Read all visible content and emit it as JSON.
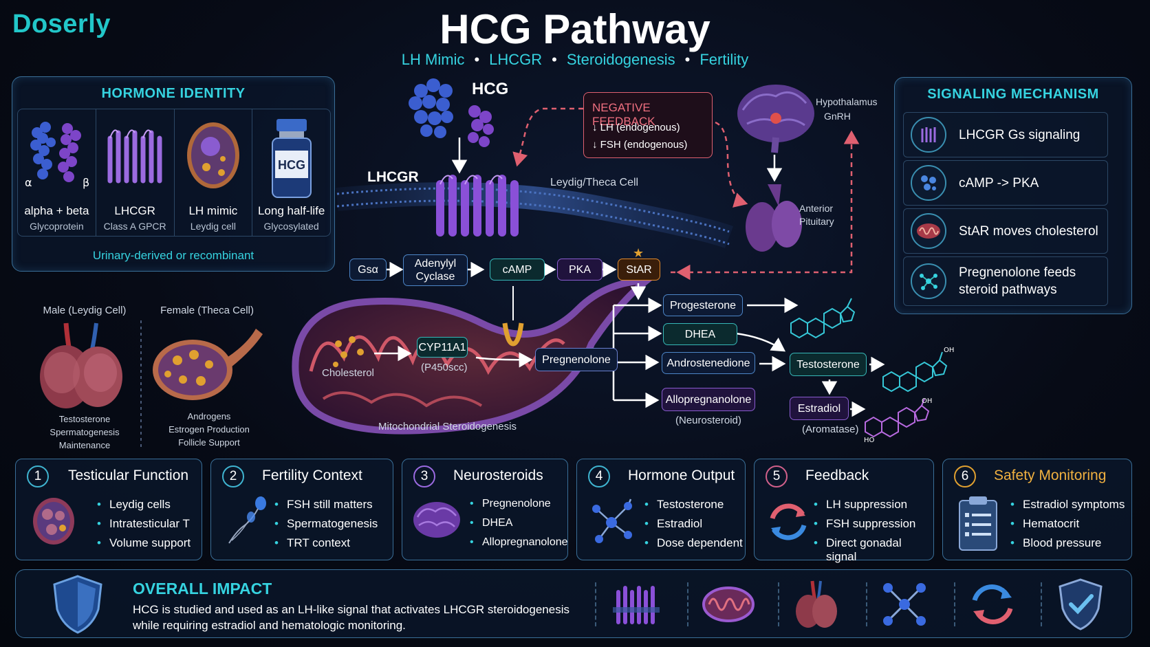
{
  "header": {
    "brand": "Doserly",
    "title": "HCG Pathway",
    "subtitle": [
      "LH Mimic",
      "LHCGR",
      "Steroidogenesis",
      "Fertility"
    ]
  },
  "hormone_identity": {
    "title": "HORMONE IDENTITY",
    "cells": [
      {
        "main": "alpha + beta",
        "sub": "Glycoprotein",
        "icon": "glycoprotein-icon",
        "alpha": "α",
        "beta": "β"
      },
      {
        "main": "LHCGR",
        "sub": "Class A GPCR",
        "icon": "receptor-icon"
      },
      {
        "main": "LH mimic",
        "sub": "Leydig cell",
        "icon": "cell-icon"
      },
      {
        "main": "Long half-life",
        "sub": "Glycosylated",
        "icon": "vial-icon",
        "vial_label": "HCG"
      }
    ],
    "footer": "Urinary-derived or recombinant"
  },
  "signaling_mechanism": {
    "title": "SIGNALING MECHANISM",
    "rows": [
      {
        "text": "LHCGR Gs signaling",
        "icon": "receptor-icon"
      },
      {
        "text": "cAMP -> PKA",
        "icon": "camp-icon"
      },
      {
        "text": "StAR moves cholesterol",
        "icon": "mitochondria-icon"
      },
      {
        "text": "Pregnenolone feeds steroid pathways",
        "icon": "molecule-icon"
      }
    ]
  },
  "center": {
    "hcg_label": "HCG",
    "lhcgr_label": "LHCGR",
    "membrane_label": "Leydig/Theca Cell",
    "negative_feedback": {
      "title": "NEGATIVE FEEDBACK",
      "items": [
        "↓ LH (endogenous)",
        "↓ FSH (endogenous)"
      ]
    },
    "hypothalamus": {
      "line1": "Hypothalamus",
      "line2": "GnRH"
    },
    "pituitary": {
      "line1": "Anterior",
      "line2": "Pituitary"
    },
    "cascade": [
      "Gsα",
      "Adenylyl Cyclase",
      "cAMP",
      "PKA",
      "StAR"
    ],
    "mito_label": "Mitochondrial Steroidogenesis",
    "cholesterol": "Cholesterol",
    "cyp": {
      "name": "CYP11A1",
      "sub": "(P450scc)"
    },
    "pregnenolone": "Pregnenolone",
    "products": {
      "progesterone": "Progesterone",
      "dhea": "DHEA",
      "androstenedione": "Androstenedione",
      "allopregnanolone": "Allopregnanolone",
      "neurosteroid": "(Neurosteroid)",
      "testosterone": "Testosterone",
      "estradiol": "Estradiol",
      "aromatase": "(Aromatase)"
    },
    "oh_labels": [
      "OH",
      "OH",
      "HO"
    ]
  },
  "anatomy": {
    "male": {
      "title": "Male (Leydig Cell)",
      "lines": [
        "Testosterone",
        "Spermatogenesis",
        "Maintenance"
      ]
    },
    "female": {
      "title": "Female (Theca Cell)",
      "lines": [
        "Androgens",
        "Estrogen Production",
        "Follicle Support"
      ]
    }
  },
  "cards": [
    {
      "num": "1",
      "title": "Testicular Function",
      "items": [
        "Leydig cells",
        "Intratesticular T",
        "Volume support"
      ],
      "icon": "testis-cell-icon"
    },
    {
      "num": "2",
      "title": "Fertility Context",
      "items": [
        "FSH still matters",
        "Spermatogenesis",
        "TRT context"
      ],
      "icon": "sperm-icon"
    },
    {
      "num": "3",
      "title": "Neurosteroids",
      "items": [
        "Pregnenolone",
        "DHEA",
        "Allopregnanolone"
      ],
      "icon": "brain-icon"
    },
    {
      "num": "4",
      "title": "Hormone Output",
      "items": [
        "Testosterone",
        "Estradiol",
        "Dose dependent"
      ],
      "icon": "molecule-icon"
    },
    {
      "num": "5",
      "title": "Feedback",
      "items": [
        "LH suppression",
        "FSH suppression",
        "Direct gonadal signal"
      ],
      "icon": "cycle-icon"
    },
    {
      "num": "6",
      "title": "Safety Monitoring",
      "items": [
        "Estradiol symptoms",
        "Hematocrit",
        "Blood pressure"
      ],
      "icon": "clipboard-icon"
    }
  ],
  "impact": {
    "title": "OVERALL IMPACT",
    "text": "HCG is studied and used as an LH-like signal that activates LHCGR steroidogenesis while requiring estradiol and hematologic monitoring."
  },
  "colors": {
    "accent": "#36d3e0",
    "border": "#3a6f98",
    "purple": "#8a5cd0",
    "orange": "#e08a2c",
    "feedback": "#e06070"
  }
}
